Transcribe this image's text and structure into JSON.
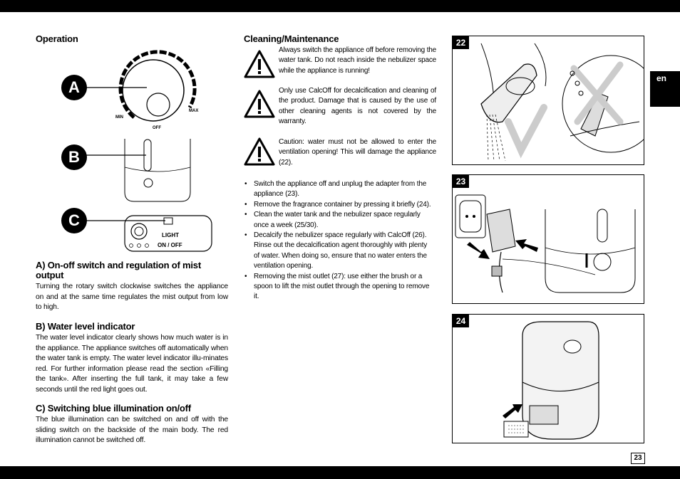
{
  "language_tab": "en",
  "page_number": "23",
  "left": {
    "operation_heading": "Operation",
    "dial_labels": {
      "min": "MIN",
      "off": "OFF",
      "max": "MAX"
    },
    "callouts": [
      "A",
      "B",
      "C"
    ],
    "switch_labels": {
      "light": "LIGHT",
      "on_off": "ON / OFF"
    },
    "section_a": {
      "heading_line1": "A) On-off switch and regulation of mist",
      "heading_line2": "output",
      "text": "Turning the rotary switch clockwise switches the appliance on and at the same time regulates the mist output from low to high."
    },
    "section_b": {
      "heading": "B) Water level indicator",
      "text": "The water level indicator clearly shows how much water is in the appliance. The appliance switches off automatically when the water tank is empty. The water level indicator illu-minates red. For further information please read the section «Filling the tank». After inserting the full tank, it may take a few seconds until the red light goes out."
    },
    "section_c": {
      "heading": "C) Switching blue illumination on/off",
      "text": "The blue illumination can be switched on and off with the sliding switch on the backside of the main body. The red illumination cannot be switched off."
    }
  },
  "middle": {
    "heading": "Cleaning/Maintenance",
    "warnings": [
      "Always switch the appliance off before removing the water tank. Do not reach inside the nebulizer space while the appliance is running!",
      "Only use CalcOff for decalcification and cleaning of the product. Damage that is caused by the use of other cleaning agents is not covered by the warranty.",
      "Caution: water must not be allowed to enter the ventilation opening! This will damage the appliance (22)."
    ],
    "steps": [
      "Switch the appliance off and unplug the adapter from the appliance (23).",
      "Remove the fragrance container by pressing it briefly (24).",
      "Clean the water tank and the nebulizer space regularly once a week (25/30).",
      "Decalcify the nebulizer space regularly with CalcOff (26). Rinse out the decalcification agent thoroughly with plenty of water. When doing so, ensure that no water enters the ventilation opening.",
      "Removing the mist outlet (27): use either the brush or a spoon to lift the mist outlet through the opening to remove it."
    ]
  },
  "figures": [
    "22",
    "23",
    "24"
  ]
}
